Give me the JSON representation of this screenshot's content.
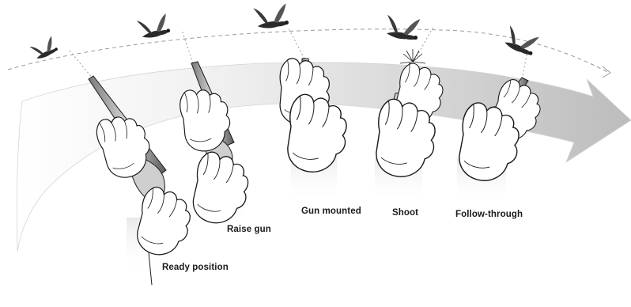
{
  "steps": [
    {
      "id": "ready",
      "label": "Ready position"
    },
    {
      "id": "raise",
      "label": "Raise gun"
    },
    {
      "id": "mounted",
      "label": "Gun mounted"
    },
    {
      "id": "shoot",
      "label": "Shoot"
    },
    {
      "id": "follow",
      "label": "Follow-through"
    }
  ],
  "icons": [
    "bird-icon",
    "hand-icon",
    "shotgun-icon",
    "muzzle-flash-icon",
    "motion-arrow-icon"
  ],
  "colors": {
    "arrow_light": "#f4f4f4",
    "arrow_dark": "#bdbdbd",
    "ink": "#1a1a1a",
    "guide_line": "#9a9a9a"
  }
}
